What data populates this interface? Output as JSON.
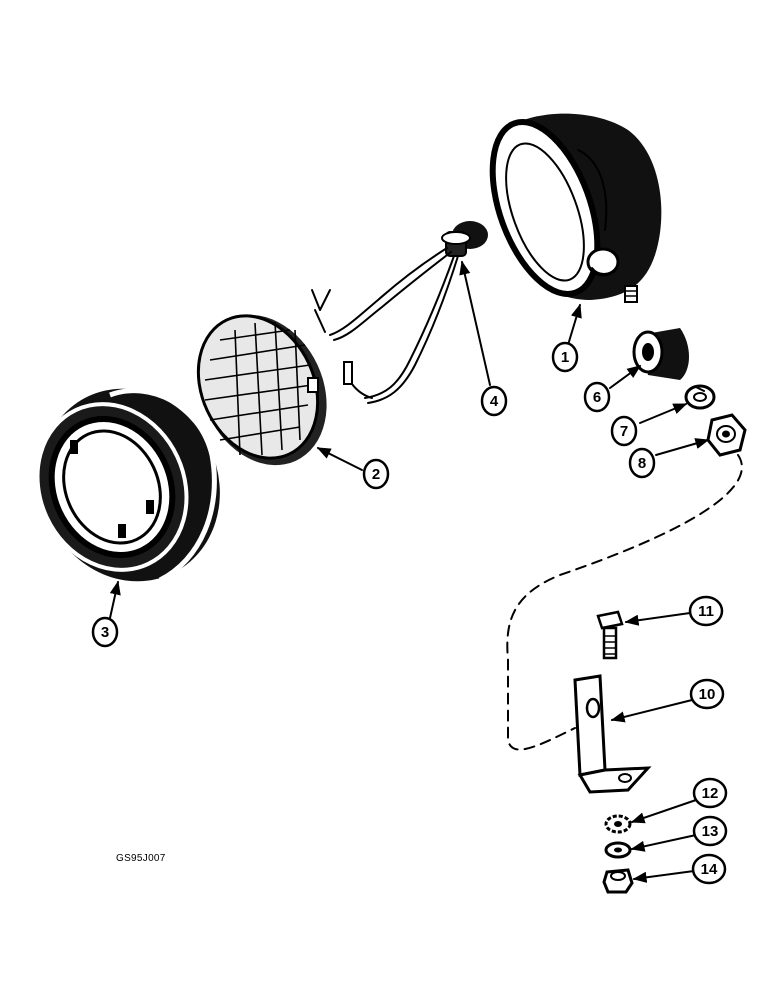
{
  "callouts": {
    "c1": "1",
    "c2": "2",
    "c3": "3",
    "c4": "4",
    "c6": "6",
    "c7": "7",
    "c8": "8",
    "c10": "10",
    "c11": "11",
    "c12": "12",
    "c13": "13",
    "c14": "14"
  },
  "drawing_code": "GS95J007",
  "colors": {
    "ink": "#000000",
    "paper": "#ffffff"
  }
}
